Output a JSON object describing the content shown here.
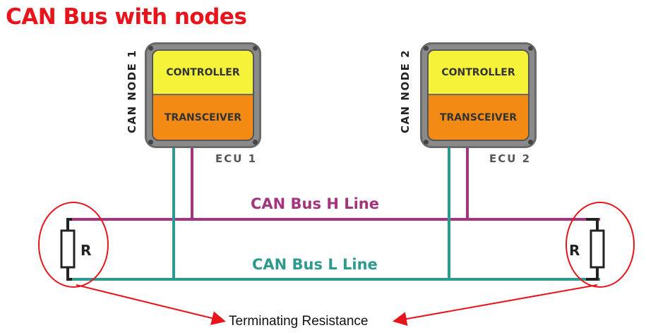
{
  "title": "CAN Bus with nodes",
  "nodes": [
    {
      "label": "CAN NODE 1",
      "controller": "CONTROLLER",
      "transceiver": "TRANSCEIVER",
      "ecu": "ECU 1"
    },
    {
      "label": "CAN NODE 2",
      "controller": "CONTROLLER",
      "transceiver": "TRANSCEIVER",
      "ecu": "ECU 2"
    }
  ],
  "bus": {
    "h_line": "CAN Bus H Line",
    "l_line": "CAN Bus L Line",
    "h_color": "#a3357f",
    "l_color": "#2e9a8f"
  },
  "resistors": [
    {
      "label": "R"
    },
    {
      "label": "R"
    }
  ],
  "annotation": {
    "text": "Terminating Resistance",
    "color": "#e8141b"
  }
}
